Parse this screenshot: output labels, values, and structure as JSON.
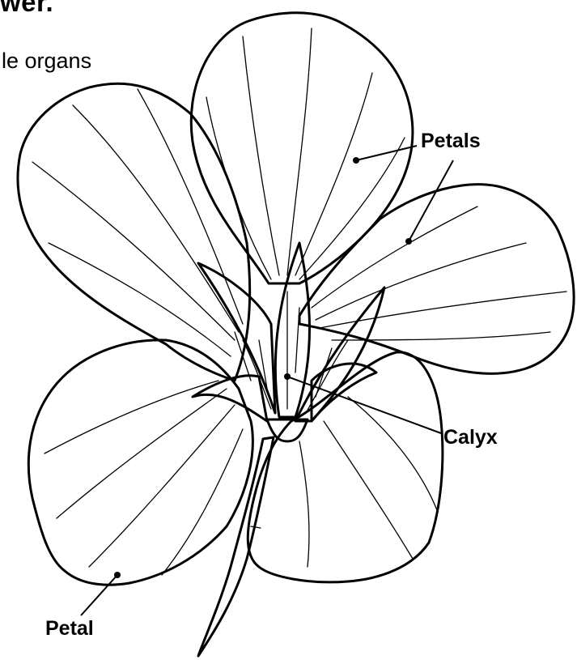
{
  "heading_fragment": "wer.",
  "subheading_fragment": "le organs",
  "labels": {
    "petals": "Petals",
    "calyx": "Calyx",
    "petal": "Petal"
  },
  "colors": {
    "ink": "#000000",
    "paper": "#ffffff",
    "sepal_shade": "#cfcfcf"
  }
}
